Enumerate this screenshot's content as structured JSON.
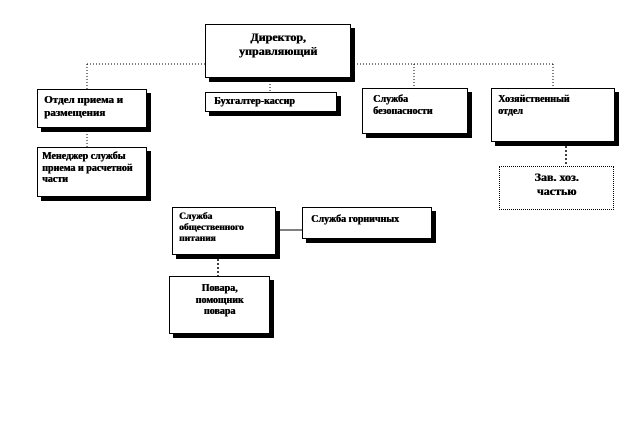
{
  "nodes": {
    "director": "Директор, управляющий",
    "reception_dept": "Отдел приема и размещения",
    "accountant": "Бухгалтер-кассир",
    "security": "Служба безопасности",
    "household_dept": "Хозяйственный отдел",
    "reception_manager": "Менеджер службы приема и расчетной части",
    "household_head": "Зав. хоз. частью",
    "catering": "Служба общественного питания",
    "housekeeping": "Служба горничных",
    "cooks": "Повара, помощник повара"
  }
}
